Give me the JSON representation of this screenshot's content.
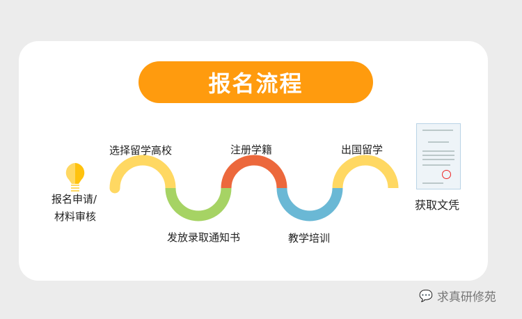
{
  "title": "报名流程",
  "steps": [
    {
      "label": "报名申请/",
      "label2": "材料审核",
      "icon": "lightbulb-icon"
    },
    {
      "label": "选择留学高校",
      "color": "#ffd862"
    },
    {
      "label": "发放录取通知书",
      "color": "#a6d364"
    },
    {
      "label": "注册学籍",
      "color": "#ec683c"
    },
    {
      "label": "教学培训",
      "color": "#6ab8d5"
    },
    {
      "label": "出国留学",
      "color": "#ffd862"
    },
    {
      "label": "获取文凭",
      "icon": "certificate-icon"
    }
  ],
  "watermark": "求真研修苑",
  "colors": {
    "accent": "#ff9b0e",
    "bulb": "#ffc20e"
  }
}
